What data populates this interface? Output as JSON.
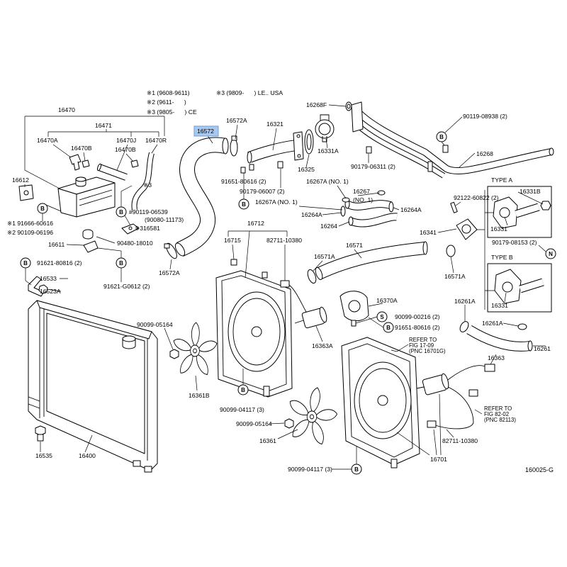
{
  "diagram_id": "160025-G",
  "highlight_color": "#a9c8ef",
  "highlighted_part": "16572",
  "notes": [
    "※1 (9608-9611)",
    "※3 (9809-      ) LE.. USA",
    "※2 (9611-      )",
    "※3 (9805-      ) CE"
  ],
  "markers": {
    "b": "B",
    "n": "N",
    "s": "S"
  },
  "types": {
    "a": "TYPE A",
    "b": "TYPE B"
  },
  "refer_notes": {
    "shroud": [
      "REFER TO",
      "FIG 17-09",
      "(PNC 16701G)"
    ],
    "wiring": [
      "REFER TO",
      "FIG 82-02",
      "(PNC 82113)"
    ]
  },
  "part_labels": [
    "16470",
    "16471",
    "16470A",
    "16470J",
    "16470R",
    "16470B",
    "16470B",
    "16612",
    "※3",
    "#90119-06539",
    "(90080-11173)",
    "※316581",
    "※1 91666-60616",
    "※2 90109-06196",
    "16611",
    "90480-18010",
    "91621-80816 (2)",
    "16533",
    "16523A",
    "91621-G0612 (2)",
    "16572A",
    "16572A",
    "16321",
    "16268F",
    "16325",
    "16331A",
    "91651-80616 (2)",
    "90179-06007 (2)",
    "16267A (NO. 1)",
    "16267",
    "(NO. 1)",
    "16267A (NO. 1)",
    "16264A",
    "16264",
    "90179-06311 (2)",
    "90119-08938 (2)",
    "16268",
    "92122-60822 (2)",
    "16264A",
    "16341",
    "16331B",
    "16331",
    "90179-08153 (2)",
    "16331",
    "16712",
    "16715",
    "82711-10380",
    "16571",
    "16571A",
    "16571A",
    "16370A",
    "90099-00216 (2)",
    "91651-80616 (2)",
    "16261A",
    "16261A",
    "16261",
    "16363A",
    "16363",
    "90099-05164",
    "16361B",
    "90099-04117 (3)",
    "90099-05164",
    "16361",
    "82711-10380",
    "16701",
    "90099-04117 (3)",
    "16535",
    "16400"
  ]
}
